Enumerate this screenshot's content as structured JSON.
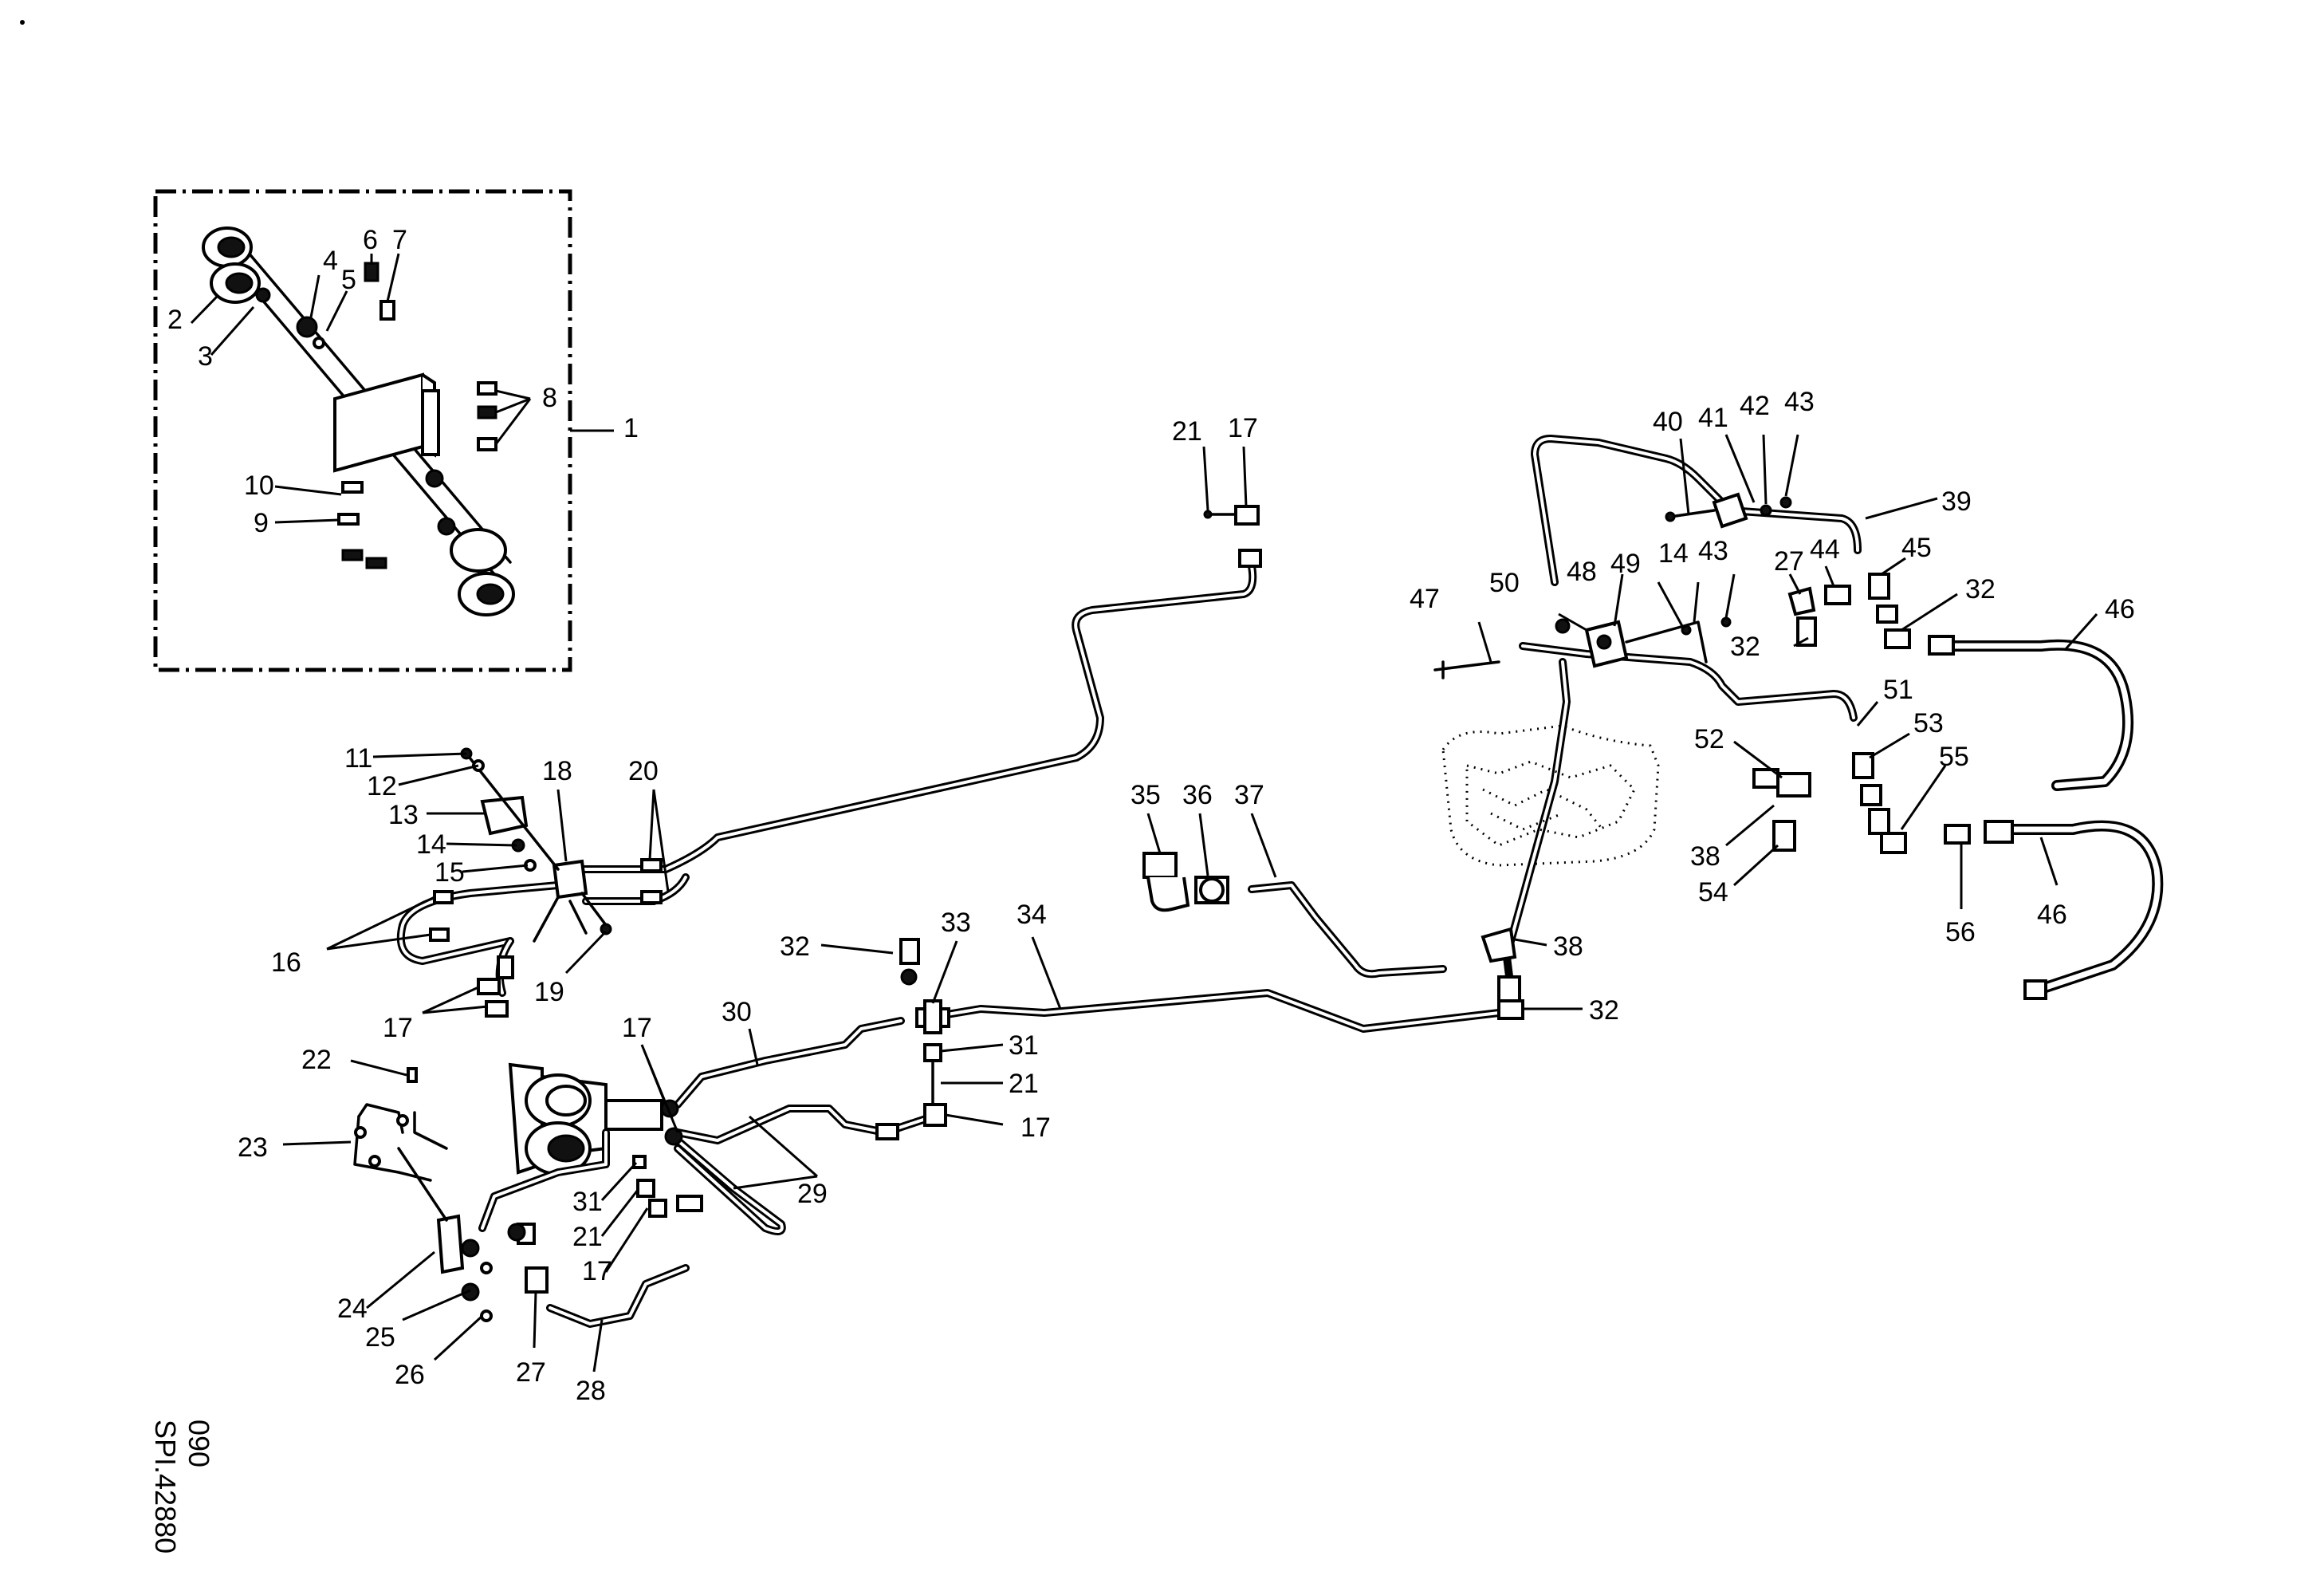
{
  "drawing": {
    "code_primary": "SPI.42880",
    "code_secondary": "090"
  },
  "callouts": {
    "c1": "1",
    "c2": "2",
    "c3": "3",
    "c4": "4",
    "c5": "5",
    "c6": "6",
    "c7": "7",
    "c8": "8",
    "c9": "9",
    "c10": "10",
    "c11": "11",
    "c12": "12",
    "c13": "13",
    "c14": "14",
    "c15": "15",
    "c16": "16",
    "c17": "17",
    "c18": "18",
    "c19": "19",
    "c20": "20",
    "c21": "21",
    "c22": "22",
    "c23": "23",
    "c24": "24",
    "c25": "25",
    "c26": "26",
    "c27": "27",
    "c28": "28",
    "c29": "29",
    "c30": "30",
    "c31": "31",
    "c32": "32",
    "c33": "33",
    "c34": "34",
    "c35": "35",
    "c36": "36",
    "c37": "37",
    "c38": "38",
    "c39": "39",
    "c40": "40",
    "c41": "41",
    "c42": "42",
    "c43": "43",
    "c44": "44",
    "c45": "45",
    "c46": "46",
    "c47": "47",
    "c48": "48",
    "c49": "49",
    "c50": "50",
    "c51": "51",
    "c52": "52",
    "c53": "53",
    "c54": "54",
    "c55": "55",
    "c56": "56"
  }
}
